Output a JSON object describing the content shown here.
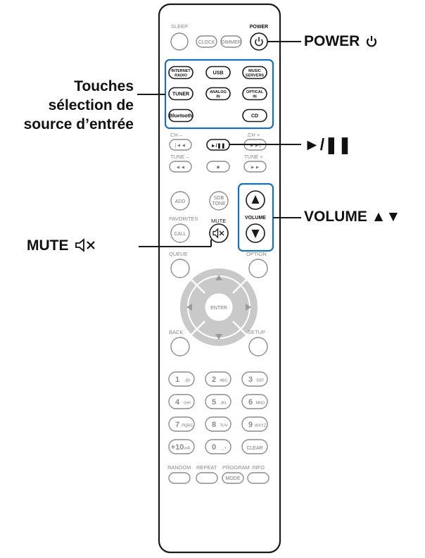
{
  "callouts": {
    "power": "POWER",
    "play_pause": "►/❚❚",
    "volume": "VOLUME ▲▼",
    "mute": "MUTE",
    "source": [
      "Touches",
      "sélection de",
      "source d’entrée"
    ]
  },
  "remote": {
    "top": {
      "sleep": "SLEEP",
      "power": "POWER",
      "clock": "CLOCK",
      "dimmer": "DIMMER"
    },
    "source_buttons": [
      [
        "INTERNET",
        "RADIO"
      ],
      [
        "USB"
      ],
      [
        "MUSIC",
        "SERVERS"
      ],
      [
        "TUNER"
      ],
      [
        "ANALOG",
        "IN"
      ],
      [
        "OPTICAL",
        "IN"
      ],
      [
        "Bluetooth"
      ],
      [
        "CD"
      ]
    ],
    "transport": {
      "ch_minus": "CH –",
      "ch_plus": "CH +",
      "tune_minus": "TUNE –",
      "tune_plus": "TUNE +",
      "prev": "|◄◄",
      "play": "►/❚❚",
      "next": "►►|",
      "rew": "◄◄",
      "stop": "■",
      "ff": "►►"
    },
    "mid": {
      "add": "ADD",
      "sdb_tone": [
        "SDB",
        "TONE"
      ],
      "volume": "VOLUME",
      "favorites": "FAVORITES",
      "mute": "MUTE",
      "call": "CALL",
      "queue": "QUEUE",
      "option": "OPTION",
      "enter": "ENTER",
      "back": "BACK",
      "setup": "SETUP"
    },
    "numpad": [
      [
        "1",
        ".@/"
      ],
      [
        "2",
        "ABC"
      ],
      [
        "3",
        "DEF"
      ],
      [
        "4",
        "GHI"
      ],
      [
        "5",
        "JKL"
      ],
      [
        "6",
        "MNO"
      ],
      [
        "7",
        "PQRS"
      ],
      [
        "8",
        "TUV"
      ],
      [
        "9",
        "WXYZ"
      ],
      [
        "+10",
        "a/A"
      ],
      [
        "0",
        "_.•"
      ],
      [
        "CLEAR",
        ""
      ]
    ],
    "bottom": {
      "random": "RANDOM",
      "repeat": "REPEAT",
      "program": "PROGRAM",
      "info": "INFO",
      "mode": "MODE"
    }
  },
  "colors": {
    "outline": "#1a1a1a",
    "accent": "#1b6fb8",
    "button": "#8c8c8c",
    "dpad": "#c8c8c8"
  }
}
